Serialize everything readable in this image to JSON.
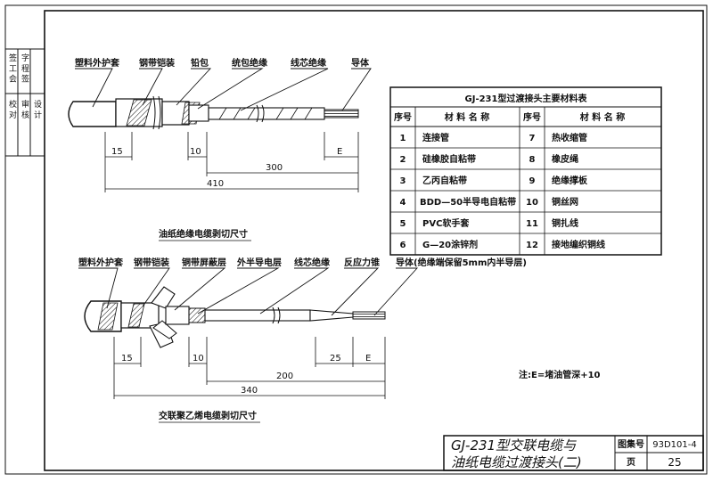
{
  "side_strip": {
    "top": [
      "签 工 会",
      "字 程 签"
    ],
    "bottom": [
      "校 对",
      "审 核",
      "设 计"
    ]
  },
  "fig1": {
    "labels": [
      "塑料外护套",
      "钢带铠装",
      "铅包",
      "统包绝缘",
      "线芯绝缘",
      "导体"
    ],
    "dims": [
      "15",
      "10",
      "300",
      "E",
      "410"
    ],
    "caption": "油纸绝缘电缆剥切尺寸"
  },
  "table": {
    "title": "GJ-231型过渡接头主要材料表",
    "headers": [
      "序号",
      "材 料 名 称",
      "序号",
      "材 料 名 称"
    ],
    "rows": [
      [
        "1",
        "连接管",
        "7",
        "热收缩管"
      ],
      [
        "2",
        "硅橡胶自粘带",
        "8",
        "橡皮绳"
      ],
      [
        "3",
        "乙丙自粘带",
        "9",
        "绝缘撑板"
      ],
      [
        "4",
        "BDD—50半导电自粘带",
        "10",
        "铜丝网"
      ],
      [
        "5",
        "PVC软手套",
        "11",
        "铜扎线"
      ],
      [
        "6",
        "G—20涂锌剂",
        "12",
        "接地编织铜线"
      ]
    ]
  },
  "fig2": {
    "labels": [
      "塑料外护套",
      "钢带铠装",
      "铜带屏蔽层",
      "外半导电层",
      "线芯绝缘",
      "反应力锥",
      "导体(绝缘端保留5mm内半导层)"
    ],
    "dims": [
      "15",
      "10",
      "25",
      "E",
      "200",
      "340"
    ],
    "caption": "交联聚乙烯电缆剥切尺寸"
  },
  "note": "注:E=堵油管深+10",
  "title_block": {
    "title_line1": "GJ-231型交联电缆与",
    "title_line2": "油纸电缆过渡接头(二)",
    "atlas_label": "图集号",
    "atlas_value": "93D101-4",
    "page_label": "页",
    "page_value": "25"
  }
}
